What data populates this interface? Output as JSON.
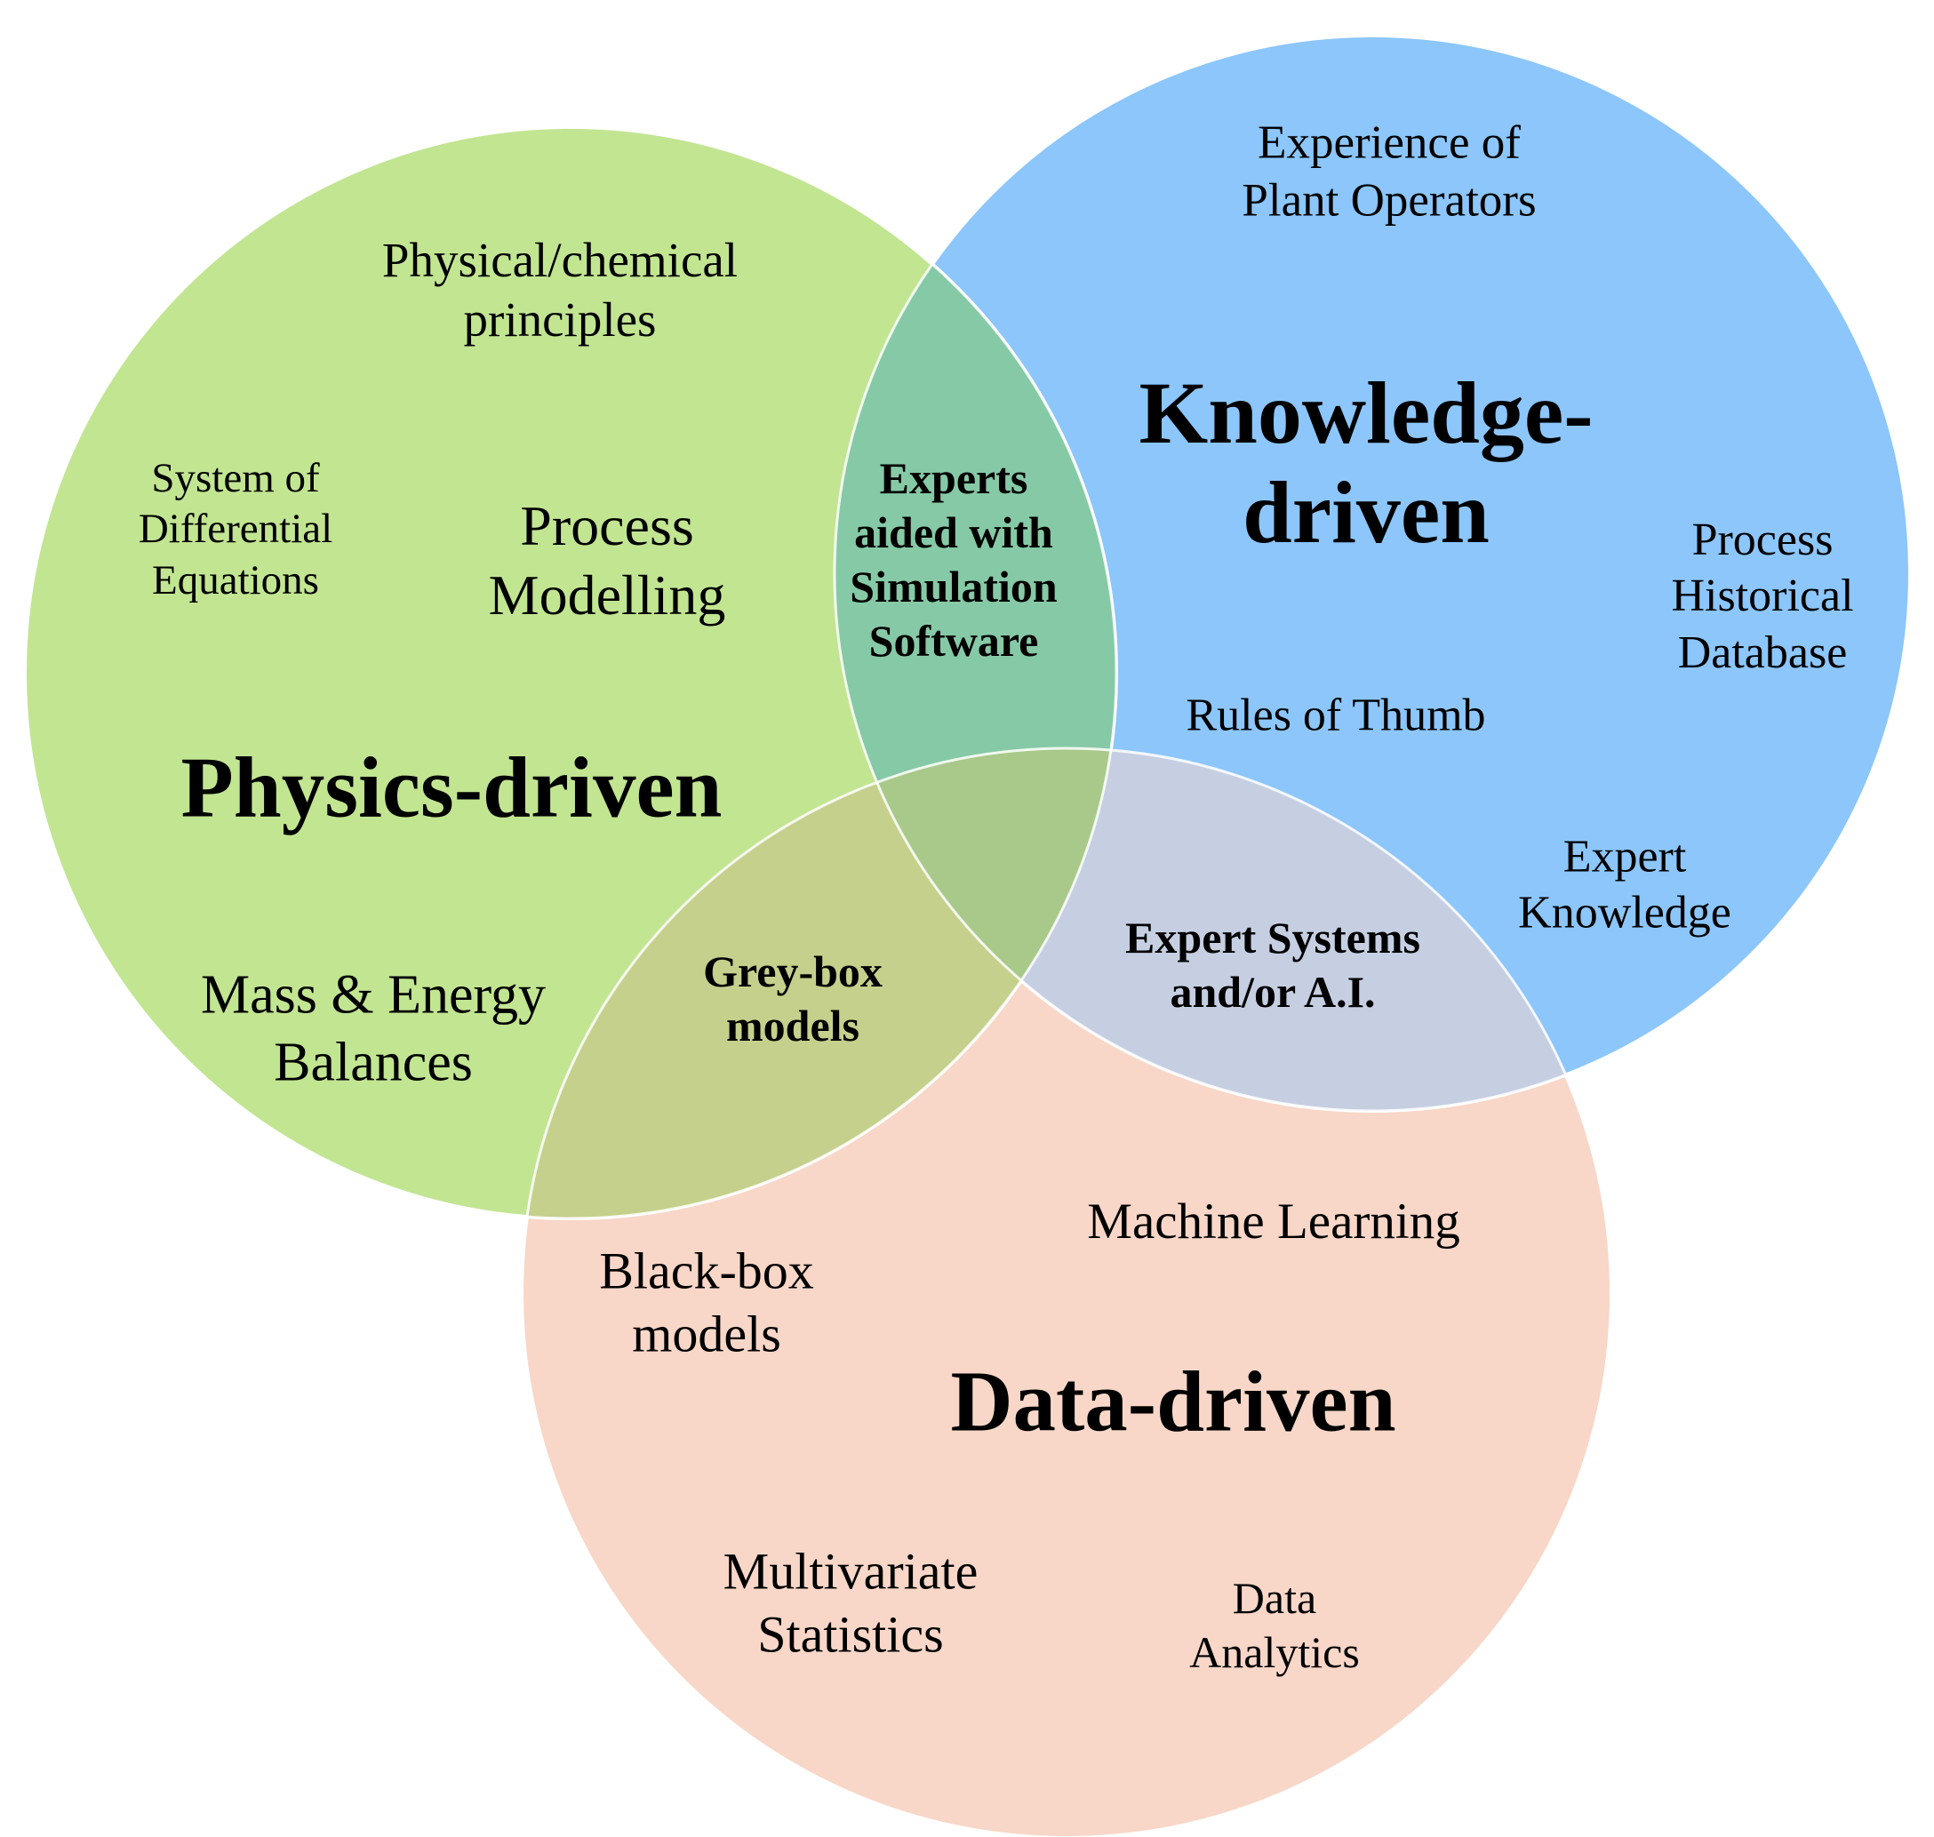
{
  "colors": {
    "physics": "#c2e592",
    "knowledge": "#8cc6fb",
    "data": "#f8d7c8",
    "physics_knowledge_overlap": "#86c9a6",
    "physics_data_overlap": "#c5d08c",
    "knowledge_data_overlap": "#c6cfe2",
    "center_overlap": "#a8c98a"
  },
  "physics": {
    "title": "Physics-driven",
    "items": {
      "principles": "Physical/chemical\nprinciples",
      "differential_equations": "System of\nDifferential\nEquations",
      "process_modelling": "Process\nModelling",
      "mass_energy": "Mass & Energy\nBalances"
    }
  },
  "knowledge": {
    "title": "Knowledge-\ndriven",
    "items": {
      "experience": "Experience of\nPlant Operators",
      "historical_db": "Process\nHistorical\nDatabase",
      "rules_of_thumb": "Rules of Thumb",
      "expert_knowledge": "Expert\nKnowledge"
    }
  },
  "data": {
    "title": "Data-driven",
    "items": {
      "machine_learning": "Machine Learning",
      "black_box": "Black-box\nmodels",
      "multivariate": "Multivariate\nStatistics",
      "analytics": "Data\nAnalytics"
    }
  },
  "overlaps": {
    "physics_knowledge": "Experts\naided with\nSimulation\nSoftware",
    "physics_data": "Grey-box\nmodels",
    "knowledge_data": "Expert Systems\nand/or A.I."
  }
}
